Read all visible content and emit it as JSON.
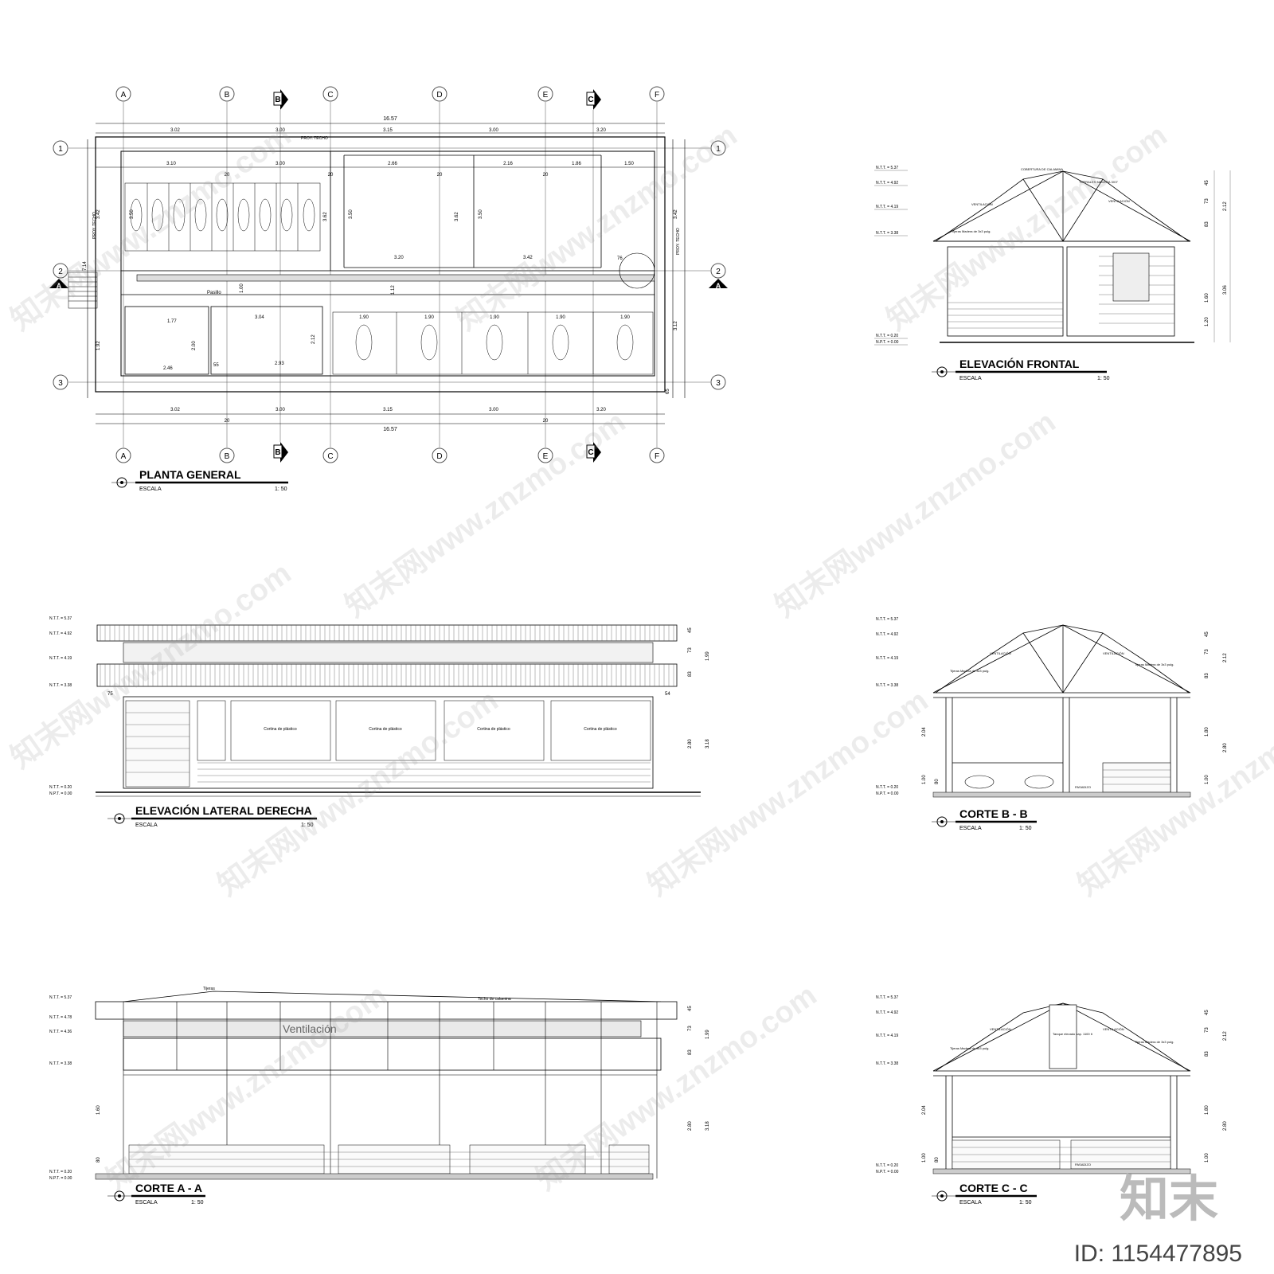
{
  "drawings": {
    "planta": {
      "title": "PLANTA GENERAL",
      "scale_label": "ESCALA",
      "scale_value": "1: 50",
      "grid_letters": [
        "A",
        "B",
        "C",
        "D",
        "E",
        "F"
      ],
      "grid_numbers": [
        "1",
        "2",
        "3"
      ],
      "section_marks": [
        "A",
        "B",
        "C"
      ],
      "overall_dim": "16.57",
      "top_dims": [
        "3.02",
        "3.00",
        "3.15",
        "3.00",
        "3.20"
      ],
      "bottom_dims": [
        "3.02",
        "3.00",
        "3.15",
        "3.00",
        "3.20"
      ],
      "inner_top_dims": [
        "3.10",
        "3.00",
        "2.66",
        "2.16",
        "1.86",
        "1.50"
      ],
      "column_dims": [
        "20",
        "20",
        "20",
        "20",
        "20",
        "20"
      ],
      "side_dims": [
        "3.42",
        "3.42",
        "3.12",
        "1.92",
        "2.00",
        "2.12"
      ],
      "inner_dims": [
        "3.20",
        "3.42",
        "1.77",
        "3.04",
        "2.46",
        "2.93"
      ],
      "stall_dims": [
        "1.90",
        "1.90",
        "1.90",
        "1.90",
        "1.90"
      ],
      "height_dims": [
        "3.50",
        "3.62",
        "3.50",
        "3.62",
        "3.50"
      ],
      "roof_label": "PROY. TECHO",
      "hall_label": "Pasillo",
      "misc_dims": [
        "7.14",
        "1.00",
        "1.12",
        "76",
        "55",
        "65"
      ]
    },
    "elev_frontal": {
      "title": "ELEVACIÓN FRONTAL",
      "scale_label": "ESCALA",
      "scale_value": "1: 50",
      "levels": [
        "N.T.T. = 5.37",
        "N.T.T. = 4.92",
        "N.T.T. = 4.19",
        "N.T.T. = 3.38",
        "N.T.T. = 0.20",
        "N.P.T. = 0.00"
      ],
      "dims": [
        "45",
        "73",
        "2.12",
        "83",
        "1.60",
        "3.06",
        "1.20"
      ],
      "notes": [
        "COBERTURA DE CALAMINA",
        "TIJERALES MADERA 3X3\"",
        "VENTILACIÓN",
        "VENTILACIÓN",
        "Tijeras Madera de 3x3 pulg."
      ]
    },
    "elev_lateral": {
      "title": "ELEVACIÓN LATERAL DERECHA",
      "scale_label": "ESCALA",
      "scale_value": "1: 50",
      "levels": [
        "N.T.T. = 5.37",
        "N.T.T. = 4.92",
        "N.T.T. = 4.19",
        "N.T.T. = 3.38",
        "N.T.T. = 0.20",
        "N.P.T. = 0.00"
      ],
      "dims": [
        "45",
        "73",
        "1.99",
        "83",
        "2.80",
        "3.18",
        "75",
        "54"
      ],
      "curtains": [
        "Cortina de plástico",
        "Cortina de plástico",
        "Cortina de plástico",
        "Cortina de plástico"
      ]
    },
    "corte_bb": {
      "title": "CORTE B - B",
      "scale_label": "ESCALA",
      "scale_value": "1: 50",
      "levels": [
        "N.T.T. = 5.37",
        "N.T.T. = 4.92",
        "N.T.T. = 4.19",
        "N.T.T. = 3.38",
        "N.T.T. = 0.20",
        "N.P.T. = 0.00"
      ],
      "dims": [
        "45",
        "73",
        "2.12",
        "83",
        "2.04",
        "1.80",
        "2.80",
        "1.00",
        "1.00",
        "80"
      ],
      "notes": [
        "VENTILACIÓN",
        "VENTILACIÓN",
        "Tijeras Madera de 3x3 pulg.",
        "Tijeras Madera de 3x3 pulg.",
        "PASADIZO"
      ]
    },
    "corte_aa": {
      "title": "CORTE A - A",
      "scale_label": "ESCALA",
      "scale_value": "1: 50",
      "levels": [
        "N.T.T. = 5.37",
        "N.T.T. = 4.78",
        "N.T.T. = 4.36",
        "N.T.T. = 3.38",
        "N.T.T. = 0.20",
        "N.P.T. = 0.00"
      ],
      "dims": [
        "45",
        "73",
        "1.99",
        "83",
        "2.80",
        "3.18",
        "1.60",
        "80"
      ],
      "notes": [
        "Tijeras",
        "Techo de calamina",
        "Ventilación"
      ]
    },
    "corte_cc": {
      "title": "CORTE C - C",
      "scale_label": "ESCALA",
      "scale_value": "1: 50",
      "levels": [
        "N.T.T. = 5.37",
        "N.T.T. = 4.92",
        "N.T.T. = 4.19",
        "N.T.T. = 3.38",
        "N.T.T. = 0.20",
        "N.P.T. = 0.00"
      ],
      "dims": [
        "45",
        "73",
        "2.12",
        "83",
        "2.04",
        "1.80",
        "2.80",
        "1.00",
        "1.00",
        "80"
      ],
      "notes": [
        "VENTILACIÓN",
        "VENTILACIÓN",
        "Tijeras Madera de 3x3 pulg.",
        "Tijeras Madera de 3x3 pulg.",
        "Tanque elevado cap. 1100 lt",
        "PASADIZO"
      ]
    }
  },
  "watermark": "知末网www.znzmo.com",
  "brand": "知末",
  "image_id": "ID: 1154477895"
}
